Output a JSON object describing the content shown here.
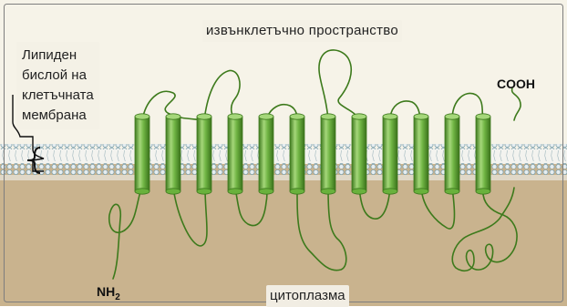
{
  "labels": {
    "extracellular": "извънклетъчно пространство",
    "lipid_lines": [
      "Липиден",
      "бислой на",
      "клетъчната",
      "мембрана"
    ],
    "cooh": "COOH",
    "nh2_main": "NH",
    "nh2_sub": "2",
    "cytoplasm": "цитоплазма"
  },
  "colors": {
    "extracellular": "#f6f3e8",
    "cytoplasm": "#c9b38e",
    "membrane_head": "#dfe7ea",
    "membrane_head_stroke": "#7fa2ae",
    "helix_fill": "#69b13c",
    "helix_dark": "#3f7a1f",
    "helix_light": "#a5d77a",
    "loop": "#3d7a1c",
    "frame": "#7e7e7e"
  },
  "helix_count": 12
}
